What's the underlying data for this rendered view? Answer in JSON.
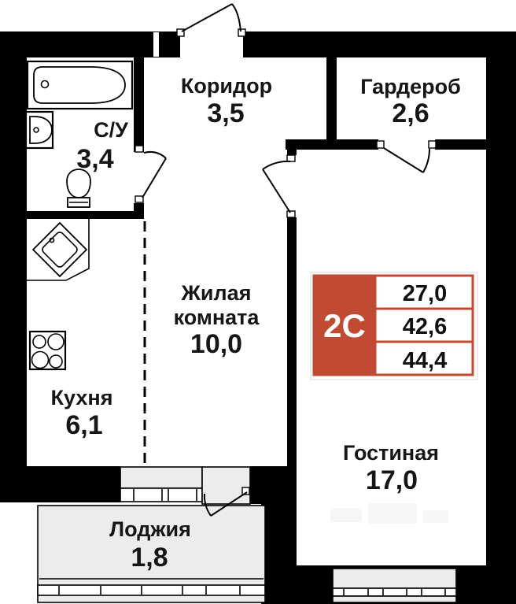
{
  "plan": {
    "rooms": {
      "corridor": {
        "label": "Коридор",
        "area": "3,5"
      },
      "wardrobe": {
        "label": "Гардероб",
        "area": "2,6"
      },
      "bathroom": {
        "label": "С/У",
        "area": "3,4"
      },
      "living_room": {
        "label_line1": "Жилая",
        "label_line2": "комната",
        "area": "10,0"
      },
      "kitchen": {
        "label": "Кухня",
        "area": "6,1"
      },
      "lounge": {
        "label": "Гостиная",
        "area": "17,0"
      },
      "loggia": {
        "label": "Лоджия",
        "area": "1,8"
      }
    },
    "badge": {
      "type": "2С",
      "rows": [
        "27,0",
        "42,6",
        "44,4"
      ],
      "accent_color": "#c04a32"
    },
    "fixtures": [
      "bathtub",
      "wash-basin",
      "toilet",
      "kitchen-corner-sink",
      "stove"
    ],
    "colors": {
      "wall": "#000000",
      "floor": "#ffffff",
      "loggia_fill": "#ececec",
      "badge_red": "#c04a32"
    }
  }
}
